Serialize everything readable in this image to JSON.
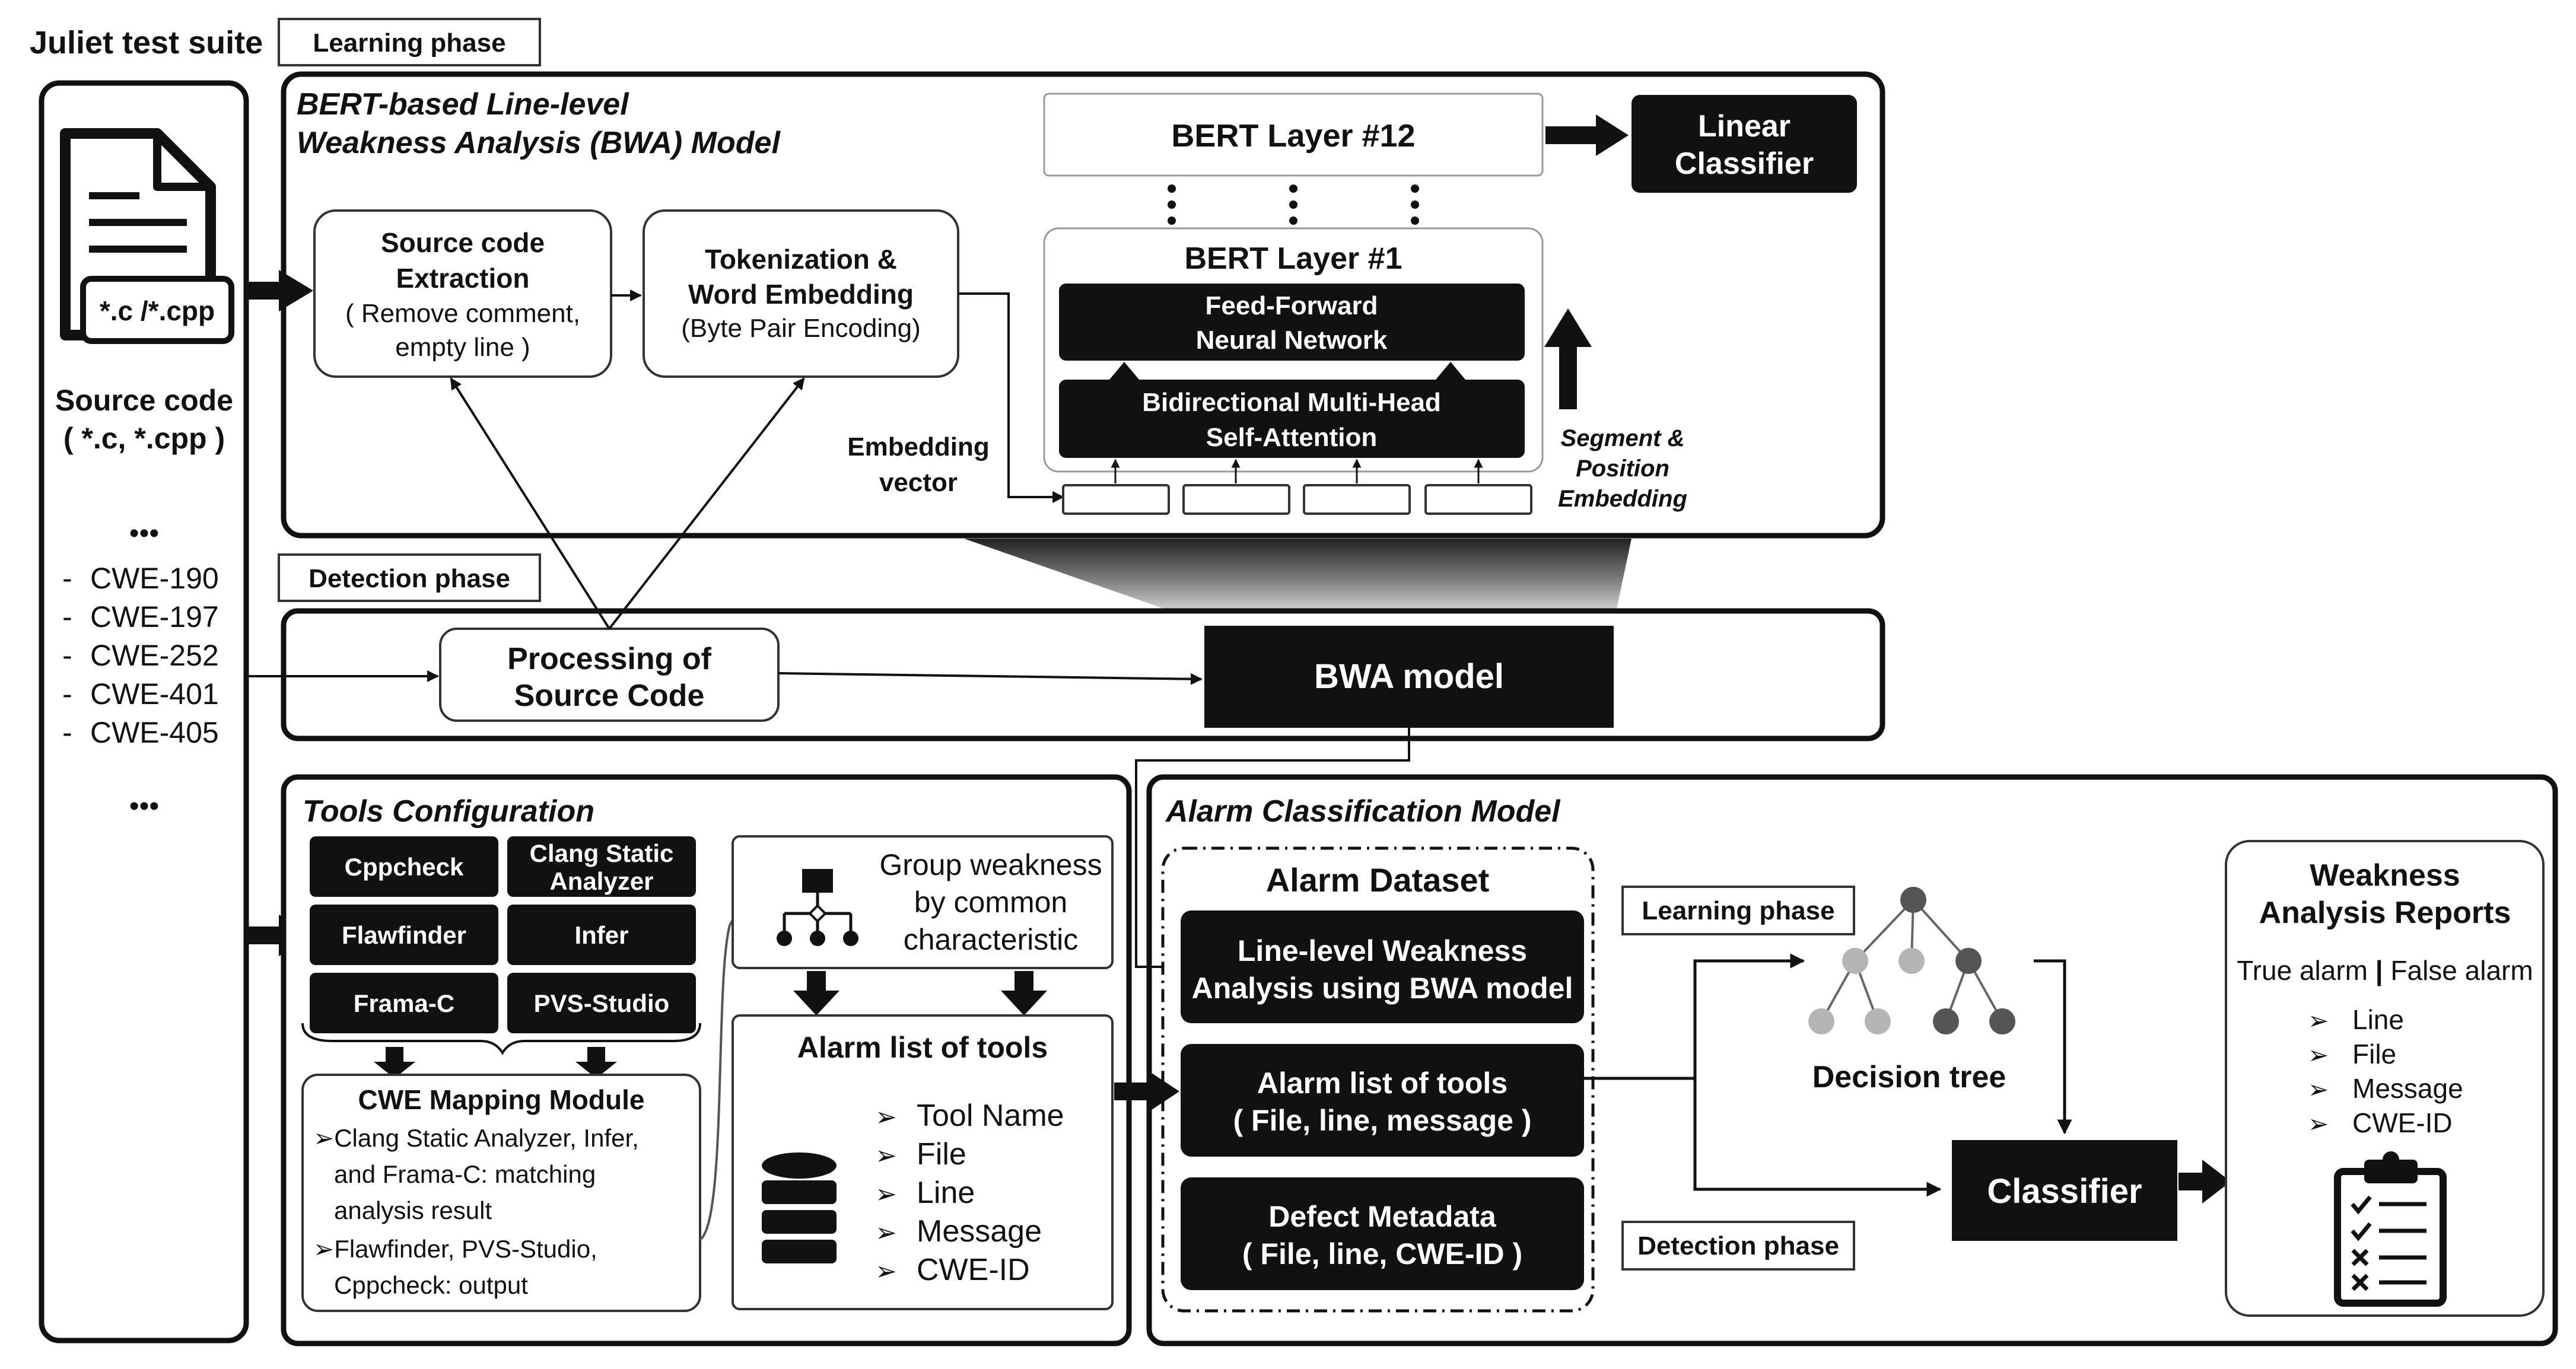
{
  "juliet": {
    "title": "Juliet test suite",
    "file_label": "*.c /*.cpp",
    "source_label_1": "Source code",
    "source_label_2": "( *.c, *.cpp )",
    "ellipsis": "•••",
    "cwe_items": [
      "CWE-190",
      "CWE-197",
      "CWE-252",
      "CWE-401",
      "CWE-405"
    ]
  },
  "learning": {
    "phase_tag": "Learning phase",
    "model_title_1": "BERT-based Line-level",
    "model_title_2": "Weakness Analysis (BWA) Model",
    "extraction": {
      "line1": "Source code",
      "line2": "Extraction",
      "line3": "( Remove comment,",
      "line4": "empty line )"
    },
    "tokenization": {
      "line1": "Tokenization &",
      "line2": "Word Embedding",
      "line3": "(Byte Pair Encoding)"
    },
    "embedding_vector_1": "Embedding",
    "embedding_vector_2": "vector",
    "bert_top": "BERT Layer #12",
    "bert_bottom": "BERT Layer #1",
    "ffn_1": "Feed-Forward",
    "ffn_2": "Neural Network",
    "attn_1": "Bidirectional  Multi-Head",
    "attn_2": "Self-Attention",
    "segment_1": "Segment &",
    "segment_2": "Position",
    "segment_3": "Embedding",
    "linear_1": "Linear",
    "linear_2": "Classifier"
  },
  "detection": {
    "phase_tag": "Detection phase",
    "processing_1": "Processing of",
    "processing_2": "Source Code",
    "bwa_model": "BWA model"
  },
  "tools": {
    "title": "Tools Configuration",
    "list": [
      {
        "l1": "Cppcheck",
        "l2": ""
      },
      {
        "l1": "Clang Static",
        "l2": "Analyzer"
      },
      {
        "l1": "Flawfinder",
        "l2": ""
      },
      {
        "l1": "Infer",
        "l2": ""
      },
      {
        "l1": "Frama-C",
        "l2": ""
      },
      {
        "l1": "PVS-Studio",
        "l2": ""
      }
    ],
    "mapping_title": "CWE Mapping Module",
    "mapping_lines": [
      "➢Clang Static Analyzer, Infer,",
      "   and Frama-C: matching",
      "   analysis result",
      "➢Flawfinder, PVS-Studio,",
      "   Cppcheck: output"
    ],
    "group_1": "Group weakness",
    "group_2": "by common",
    "group_3": "characteristic",
    "alarm_list_title": "Alarm list of tools",
    "alarm_fields": [
      "Tool Name",
      "File",
      "Line",
      "Message",
      "CWE-ID"
    ]
  },
  "alarm_model": {
    "title": "Alarm Classification Model",
    "dataset_title": "Alarm Dataset",
    "item1_1": "Line-level Weakness",
    "item1_2": "Analysis using BWA model",
    "item2_1": "Alarm list of tools",
    "item2_2": "( File, line, message )",
    "item3_1": "Defect Metadata",
    "item3_2": "( File, line, CWE-ID )",
    "learning_tag": "Learning phase",
    "detection_tag": "Detection phase",
    "decision_tree": "Decision tree",
    "classifier": "Classifier"
  },
  "reports": {
    "title_1": "Weakness",
    "title_2": "Analysis Reports",
    "alarm_true": "True alarm",
    "alarm_sep": "|",
    "alarm_false": "False alarm",
    "fields": [
      "Line",
      "File",
      "Message",
      "CWE-ID"
    ]
  },
  "bullet_glyph": "➢",
  "dash_glyph": "-"
}
